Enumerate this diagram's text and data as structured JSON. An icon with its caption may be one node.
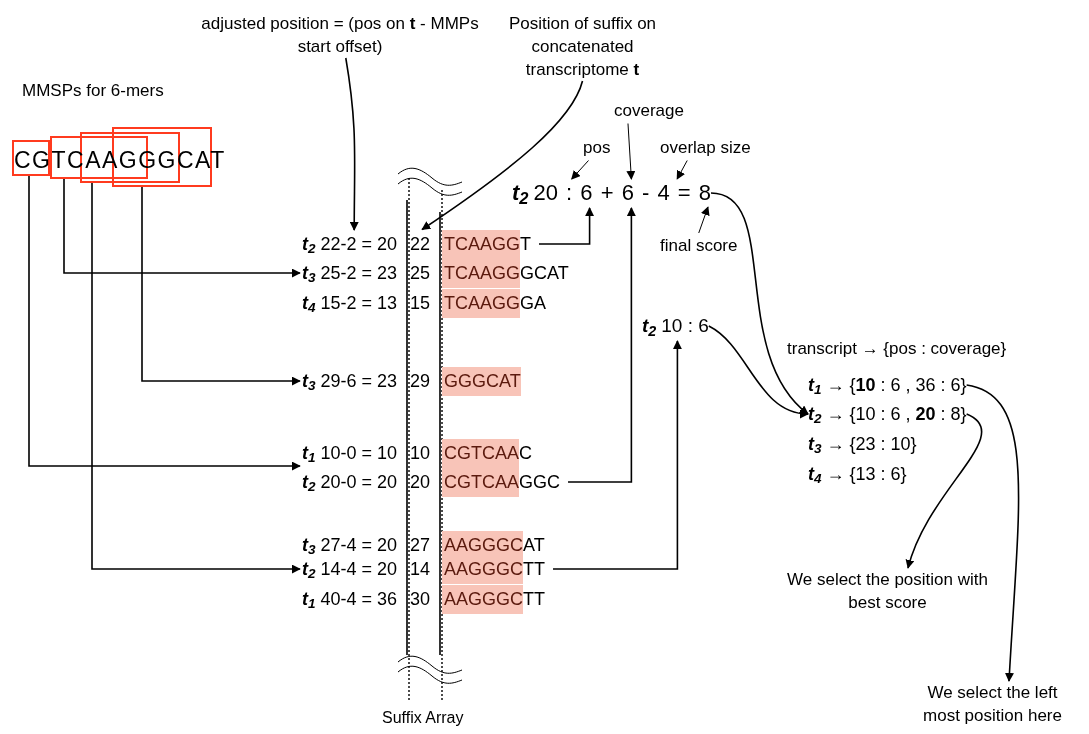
{
  "diagram": {
    "nodes": [
      {
        "text": [
          "adjusted position = (pos on **t** - MMPs start offset)"
        ]
      },
      {
        "text": [
          "Position of suffix on concatenated transcriptome **t**"
        ]
      },
      {
        "text": [],
        "shape": "box"
      },
      {
        "text": [],
        "shape": "box"
      },
      {
        "text": [],
        "shape": "box"
      },
      {
        "text": [],
        "shape": "box"
      },
      {
        "text": [
          "t$_{2}$",
          "22-2 = 20"
        ]
      },
      {
        "text": [
          "t$_{3}$",
          "25-2 = 23"
        ]
      },
      {
        "text": [
          "t$_{4}$",
          "15-2 = 13"
        ]
      },
      {
        "text": [
          "t$_{3}$",
          "29-6 = 23"
        ]
      },
      {
        "text": [
          "t$_{1}$",
          "10-0 = 10"
        ]
      },
      {
        "text": [
          "t$_{2}$",
          "20-0 = 20"
        ]
      },
      {
        "text": [
          "t$_{3}$",
          "27-4 = 20"
        ]
      },
      {
        "text": [
          "t$_{2}$",
          "14-4 = 20"
        ]
      },
      {
        "text": [
          "t$_{1}$",
          "40-4 = 36"
        ]
      },
      {
        "text": [
          "22",
          "TCAAGG",
          "T"
        ]
      },
      {
        "text": [
          "25",
          "TCAAGG",
          "GCAT"
        ]
      },
      {
        "text": [
          "15",
          "TCAAGG",
          "GA"
        ]
      },
      {
        "text": [
          "29",
          "GGGCAT"
        ]
      },
      {
        "text": [
          "10",
          "CGTCAA",
          "C"
        ]
      },
      {
        "text": [
          "20",
          "CGTCAA",
          "GGC"
        ]
      },
      {
        "text": [
          "27",
          "AAGGGC",
          "AT"
        ]
      },
      {
        "text": [
          "14",
          "AAGGGC",
          "TT"
        ]
      },
      {
        "text": [
          "30",
          "AAGGGC",
          "TT"
        ]
      },
      {
        "text": [
          "Suffix Array"
        ]
      },
      {
        "text": [
          "t$_{2}$",
          "20 : 6 + 6 - 4 = 8"
        ]
      },
      {
        "text": [
          "pos"
        ]
      },
      {
        "text": [
          "coverage"
        ]
      },
      {
        "text": [
          "overlap size"
        ]
      },
      {
        "text": [
          "final score"
        ]
      },
      {
        "text": [
          "t$_{2}$",
          "10 : 6"
        ]
      },
      {
        "text": [
          "t$_{1}$",
          "→ {**10** : 6 , 36 : 6}"
        ]
      },
      {
        "text": [
          "t$_{2}$",
          "→ {10 : 6 , **20** : 8}"
        ]
      },
      {
        "text": [
          "t$_{3}$",
          "→ {23 : 10}"
        ]
      },
      {
        "text": [
          "t$_{4}$",
          "→ {13 : 6}"
        ]
      },
      {
        "text": [
          "We select the position with best score"
        ]
      },
      {
        "text": [
          "We select the left most position here"
        ]
      }
    ],
    "edges": [
      {
        "from": 0,
        "to": 6,
        "arrow": "to"
      },
      {
        "from": 1,
        "to": 15,
        "arrow": "to"
      },
      {
        "from": 2,
        "to": 10,
        "arrow": "to"
      },
      {
        "from": 3,
        "to": 7,
        "arrow": "to"
      },
      {
        "from": 4,
        "to": 13,
        "arrow": "to"
      },
      {
        "from": 5,
        "to": 9,
        "arrow": "to"
      },
      {
        "from": 15,
        "to": 25,
        "arrow": "to"
      },
      {
        "from": 20,
        "to": 25,
        "arrow": "to"
      },
      {
        "from": 22,
        "to": 30,
        "arrow": "to"
      },
      {
        "from": 26,
        "to": 25,
        "arrow": "to"
      },
      {
        "from": 27,
        "to": 25,
        "arrow": "to"
      },
      {
        "from": 28,
        "to": 25,
        "arrow": "to"
      },
      {
        "from": 29,
        "to": 25,
        "arrow": "to"
      },
      {
        "from": 25,
        "to": 32,
        "arrow": "to"
      },
      {
        "from": 30,
        "to": 32,
        "arrow": "to"
      },
      {
        "from": 32,
        "to": 35,
        "arrow": "to"
      },
      {
        "from": 31,
        "to": 36,
        "arrow": "to"
      }
    ],
    "labels": [
      "MMSPs for 6-mers",
      "CGTCAAGGGCAT",
      "transcript → {pos : coverage}"
    ]
  }
}
